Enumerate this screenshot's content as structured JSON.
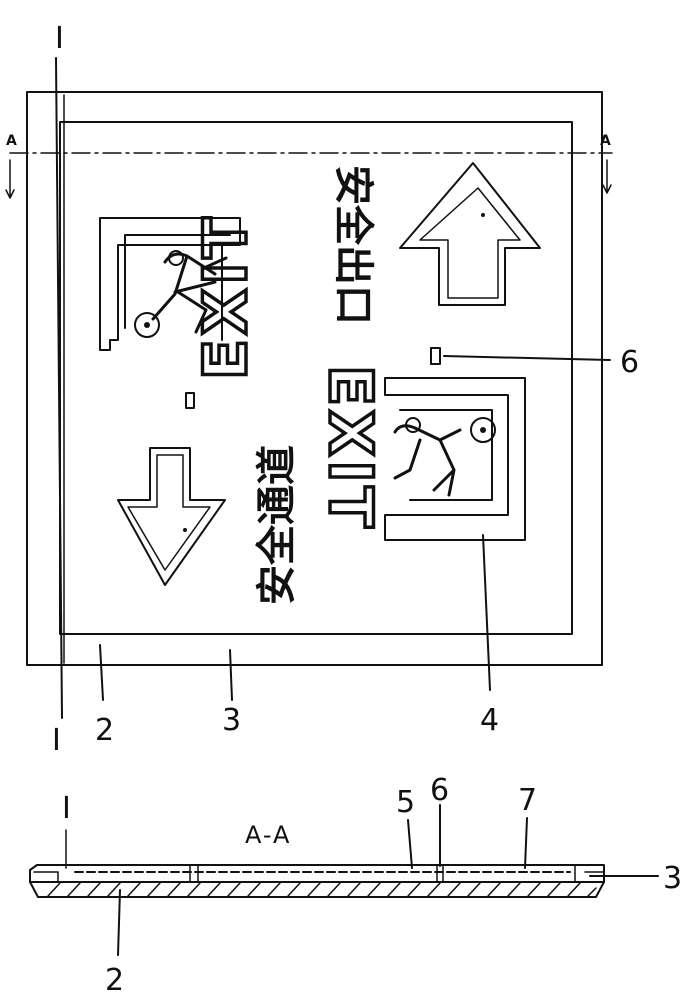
{
  "figure": {
    "section_line_label": "I",
    "section_mark": "A",
    "sign": {
      "exit_word": "EXIT",
      "chinese_left": "安全通道",
      "chinese_right": "安全出口"
    },
    "callouts": {
      "label_2": "2",
      "label_3": "3",
      "label_4": "4",
      "label_6": "6"
    },
    "section_view": {
      "title": "A-A",
      "label_5": "5",
      "label_6": "6",
      "label_7": "7",
      "label_2": "2",
      "label_3": "3",
      "label_1": "I"
    }
  }
}
